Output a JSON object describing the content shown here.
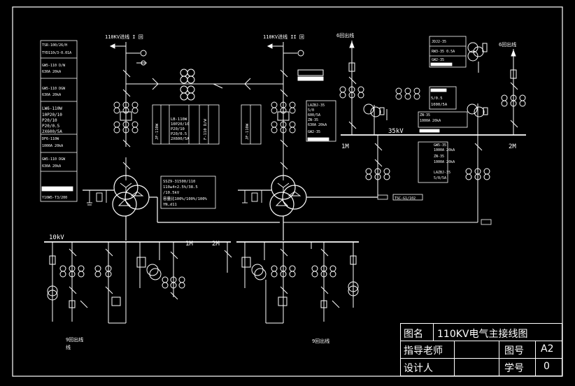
{
  "drawing": {
    "incoming_line_1": "110KV进线 I 回",
    "incoming_line_2": "110KV进线 II 回",
    "outgoing_6_left": "6回出线",
    "outgoing_6_right": "6回出线",
    "bus_35kv": "35kV",
    "bus_35_1m": "1M",
    "bus_35_2m": "2M",
    "bus_10kv": "10kV",
    "bus_10_1m": "1M",
    "bus_10_2m": "2M",
    "outgoing_9_left": "9回出线",
    "outgoing_9_right": "9回出线",
    "transformer_spec": [
      "SSZ9-31500/110",
      "110±4×2.5%/38.5",
      "/10.5kV",
      "容量比100%/100%/100%",
      "YN,d11"
    ],
    "tsc_label": "TSC-G1/102",
    "left_panel": [
      "TSR-100/26/H",
      "TYD110√3-0.01A",
      "GW5-110 D/W",
      "630A 20kA",
      "GW5-110 DGW",
      "630A 20kA",
      "LW6-110W",
      "10P20/10",
      "P20/10",
      "P20/0.5",
      "2X600/5A",
      "DF6-110W",
      "1000A 20kA",
      "GW5-110 DGW",
      "630A 20kA",
      "Y10W5-T3/200"
    ],
    "mid_panel_a": [
      "JF-110W",
      "LB-110W",
      "10P20/10",
      "P20/10",
      "P20/0.5",
      "2X600/5A",
      "F-110 D/W"
    ],
    "mid_panel_b": [
      "JF-110W"
    ],
    "panel_35_left": [
      "LAZBJ-35",
      "5/0",
      "600/5A",
      "ZN-35",
      "630A 20kA",
      "GW2-35"
    ],
    "panel_35_top": [
      "JDJ2-35",
      "RW3-35 0.5A",
      "GW2-35"
    ],
    "panel_35_mid": [
      "5/0.5",
      "1000/5A"
    ],
    "panel_35_right": [
      "ZN-35",
      "1000A 20kA",
      "GW5-35",
      "1000A 20kA",
      "ZN-35",
      "1000A 20kA",
      "LAZBJ-35",
      "5/0/5A"
    ]
  },
  "title_block": {
    "name_label": "图名",
    "name_value": "110KV电气主接线图",
    "teacher_label": "指导老师",
    "drawing_no_label": "图号",
    "drawing_no_value": "A2",
    "designer_label": "设计人",
    "student_no_label": "学号",
    "student_no_value": "0"
  }
}
